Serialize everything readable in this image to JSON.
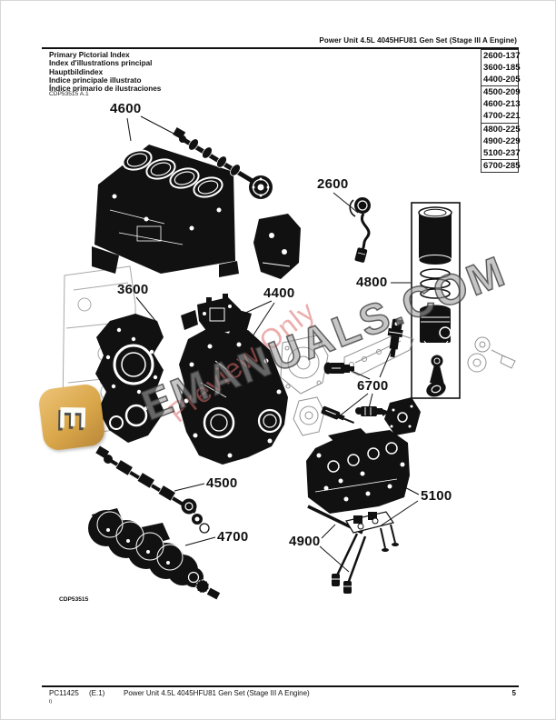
{
  "header": {
    "title": "Power Unit 4.5L 4045HFU81 Gen Set (Stage III A Engine)"
  },
  "index_block": {
    "lines": [
      "Primary Pictorial Index",
      "Index d'illustrations principal",
      "Hauptbildindex",
      "Indice principale illustrato",
      "Índice primario de ilustraciones"
    ],
    "figure_ref": "CDP53515 A.1"
  },
  "page_index": {
    "groups": [
      {
        "rows": [
          {
            "section": "2600-",
            "page": "137"
          },
          {
            "section": "3600-",
            "page": "185"
          },
          {
            "section": "4400-",
            "page": "205"
          }
        ]
      },
      {
        "rows": [
          {
            "section": "4500-",
            "page": "209"
          },
          {
            "section": "4600-",
            "page": "213"
          },
          {
            "section": "4700-",
            "page": "221"
          }
        ]
      },
      {
        "rows": [
          {
            "section": "4800-",
            "page": "225"
          },
          {
            "section": "4900-",
            "page": "229"
          },
          {
            "section": "5100-",
            "page": "237"
          }
        ]
      },
      {
        "rows": [
          {
            "section": "6700-",
            "page": "285"
          }
        ]
      }
    ]
  },
  "diagram": {
    "caption": "CDP53515",
    "labels": [
      {
        "text": "4600"
      },
      {
        "text": "2600"
      },
      {
        "text": "3600"
      },
      {
        "text": "4400"
      },
      {
        "text": "4800"
      },
      {
        "text": "6700"
      },
      {
        "text": "4500"
      },
      {
        "text": "4700"
      },
      {
        "text": "4900"
      },
      {
        "text": "5100"
      }
    ]
  },
  "watermark": {
    "brand": "EMANUALS.COM",
    "preview_text": "Preview Only",
    "logo_letter": "E",
    "brand_color": "#9a9a9a",
    "preview_color": "#dd6a6a",
    "logo_color": "#d9a649"
  },
  "footer": {
    "doc_number": "PC11425",
    "revision": "(E.1)",
    "title": "Power Unit 4.5L 4045HFU81 Gen Set (Stage III A Engine)",
    "page_number": "5",
    "footnote": "i)"
  }
}
